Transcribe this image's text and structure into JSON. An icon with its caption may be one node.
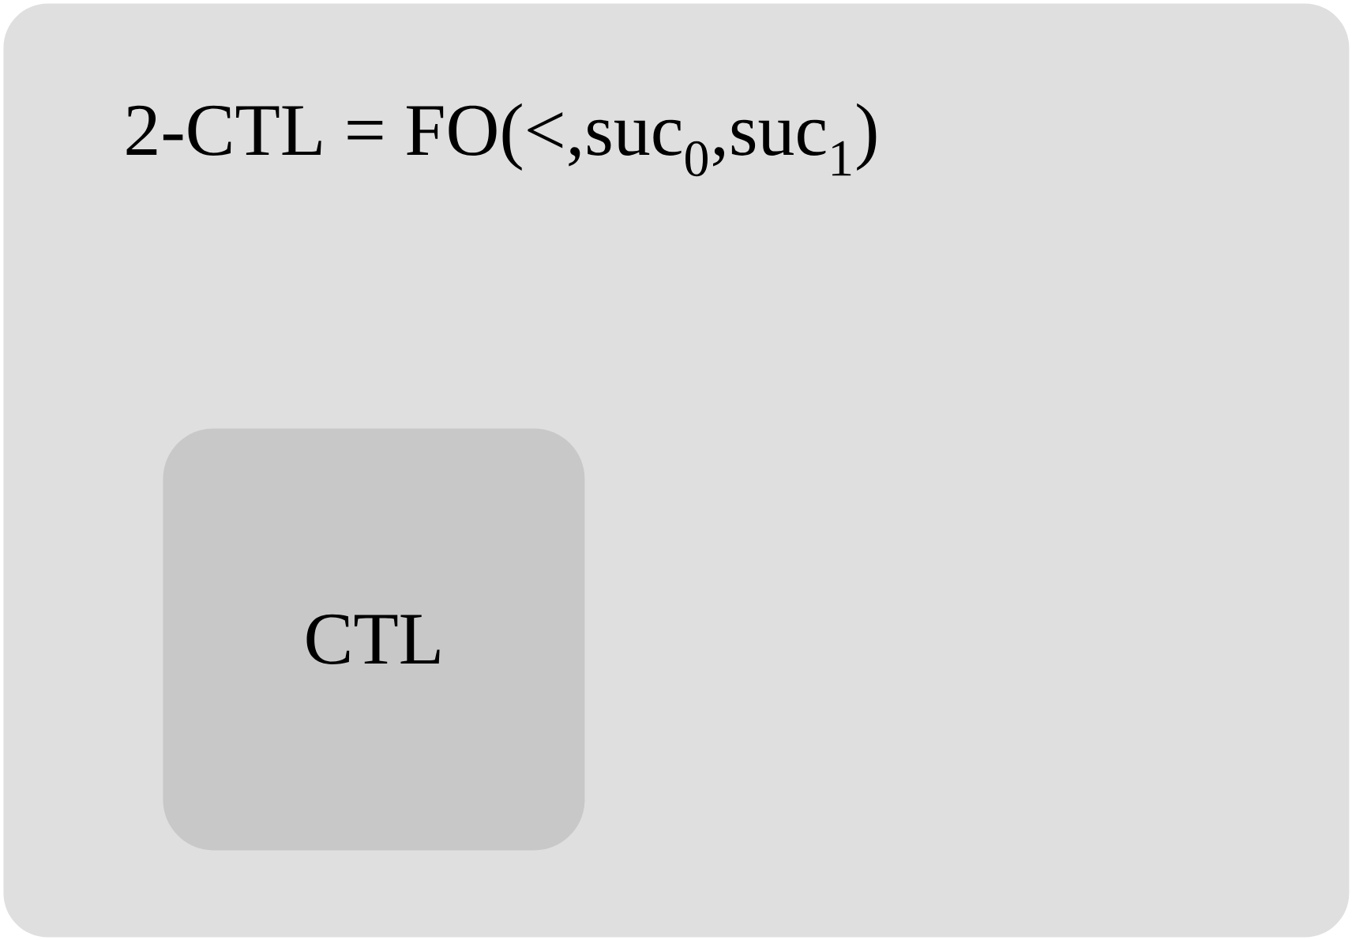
{
  "diagram": {
    "nodes": [
      {
        "text": [
          "2-CTL = FO(<,suc$_{0}$,suc$_{1}$)"
        ]
      },
      {
        "text": [
          "CTL"
        ],
        "in": 0
      }
    ]
  }
}
